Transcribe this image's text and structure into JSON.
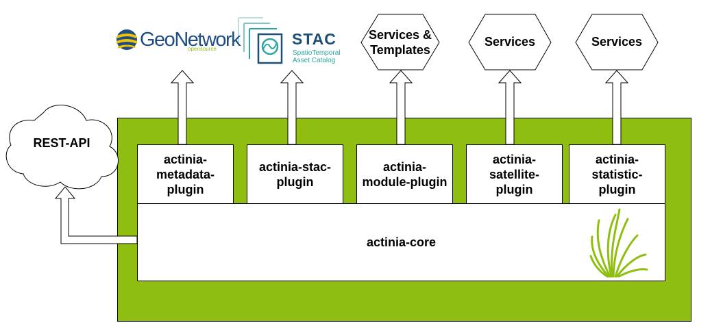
{
  "cloud": {
    "label": "REST-API"
  },
  "top_targets": {
    "geonetwork": {
      "name": "GeoNetwork",
      "sub": "opensource"
    },
    "stac": {
      "name": "STAC",
      "sub": "SpatioTemporal\nAsset Catalog"
    },
    "hex1": {
      "label": "Services &\nTemplates"
    },
    "hex2": {
      "label": "Services"
    },
    "hex3": {
      "label": "Services"
    }
  },
  "plugins": [
    {
      "label": "actinia-\nmetadata-\nplugin"
    },
    {
      "label": "actinia-stac-\nplugin"
    },
    {
      "label": "actinia-\nmodule-plugin"
    },
    {
      "label": "actinia-\nsatellite-\nplugin"
    },
    {
      "label": "actinia-\nstatistic-\nplugin"
    }
  ],
  "core": {
    "label": "actinia-core"
  },
  "colors": {
    "container_green": "#8fbe10",
    "geonetwork_blue": "#1f4e86",
    "stac_teal": "#2aa6a0",
    "stac_navy": "#1b4f75"
  }
}
